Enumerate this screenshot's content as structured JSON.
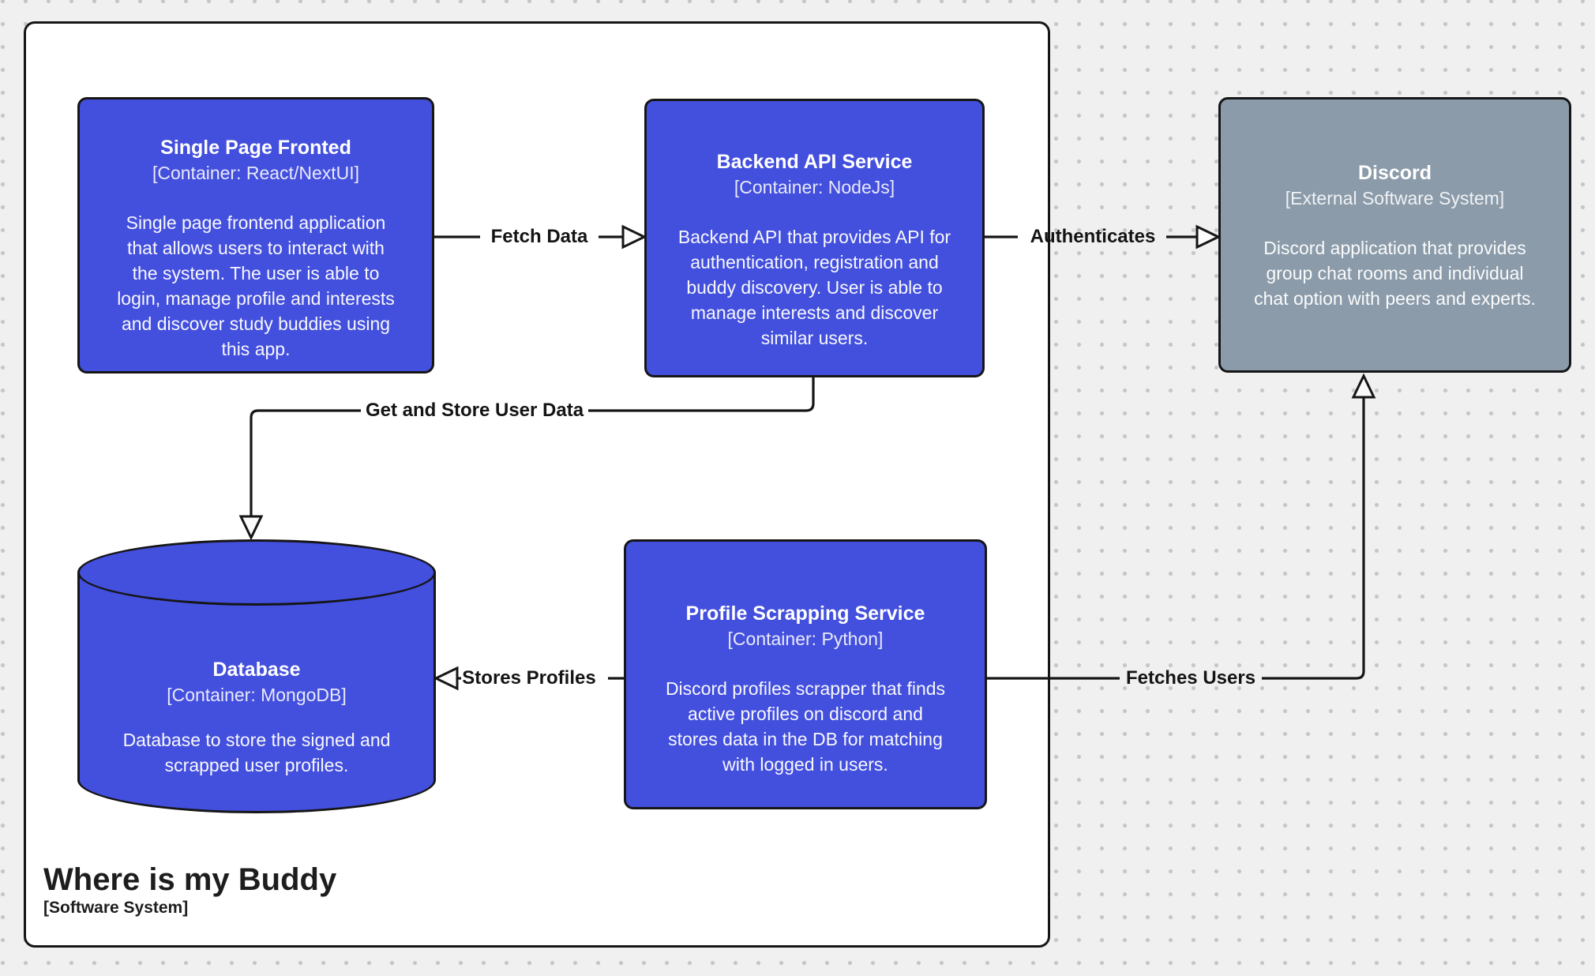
{
  "theme": {
    "background": "#F0F0F1",
    "dot": "#C6C6C8",
    "boundary_fill": "#FFFFFF",
    "line": "#161616",
    "container_fill": "#434FDD",
    "external_fill": "#8B9BAA",
    "node_text": "#FFFFFF",
    "label_text": "#141414",
    "arrowhead_fill": "#FBFBFB"
  },
  "boundary": {
    "title": "Where is my Buddy",
    "subtitle": "[Software System]"
  },
  "nodes": {
    "frontend": {
      "title": "Single Page Fronted",
      "subtitle": "[Container: React/NextUI]",
      "description": "Single page frontend application\nthat allows users to interact with\nthe system. The user is able to\nlogin, manage profile and interests\nand discover study buddies using\nthis app."
    },
    "backend": {
      "title": "Backend API Service",
      "subtitle": "[Container: NodeJs]",
      "description": "Backend API that provides API for\nauthentication, registration and\nbuddy discovery. User is able to\nmanage interests and discover\nsimilar users."
    },
    "discord": {
      "title": "Discord",
      "subtitle": "[External Software System]",
      "description": "Discord application that provides\ngroup chat rooms and individual\nchat option with peers and experts."
    },
    "scrapper": {
      "title": "Profile Scrapping Service",
      "subtitle": "[Container: Python]",
      "description": "Discord profiles scrapper that finds\nactive profiles on discord and\nstores data in the DB for matching\nwith logged in users."
    },
    "database": {
      "title": "Database",
      "subtitle": "[Container: MongoDB]",
      "description": "Database to store the signed and\nscrapped user profiles."
    }
  },
  "relationships": {
    "fetch_data": {
      "label": "Fetch Data"
    },
    "authenticates": {
      "label": "Authenticates"
    },
    "get_store": {
      "label": "Get and Store User Data"
    },
    "stores_profiles": {
      "label": "Stores Profiles"
    },
    "fetches_users": {
      "label": "Fetches Users"
    }
  }
}
